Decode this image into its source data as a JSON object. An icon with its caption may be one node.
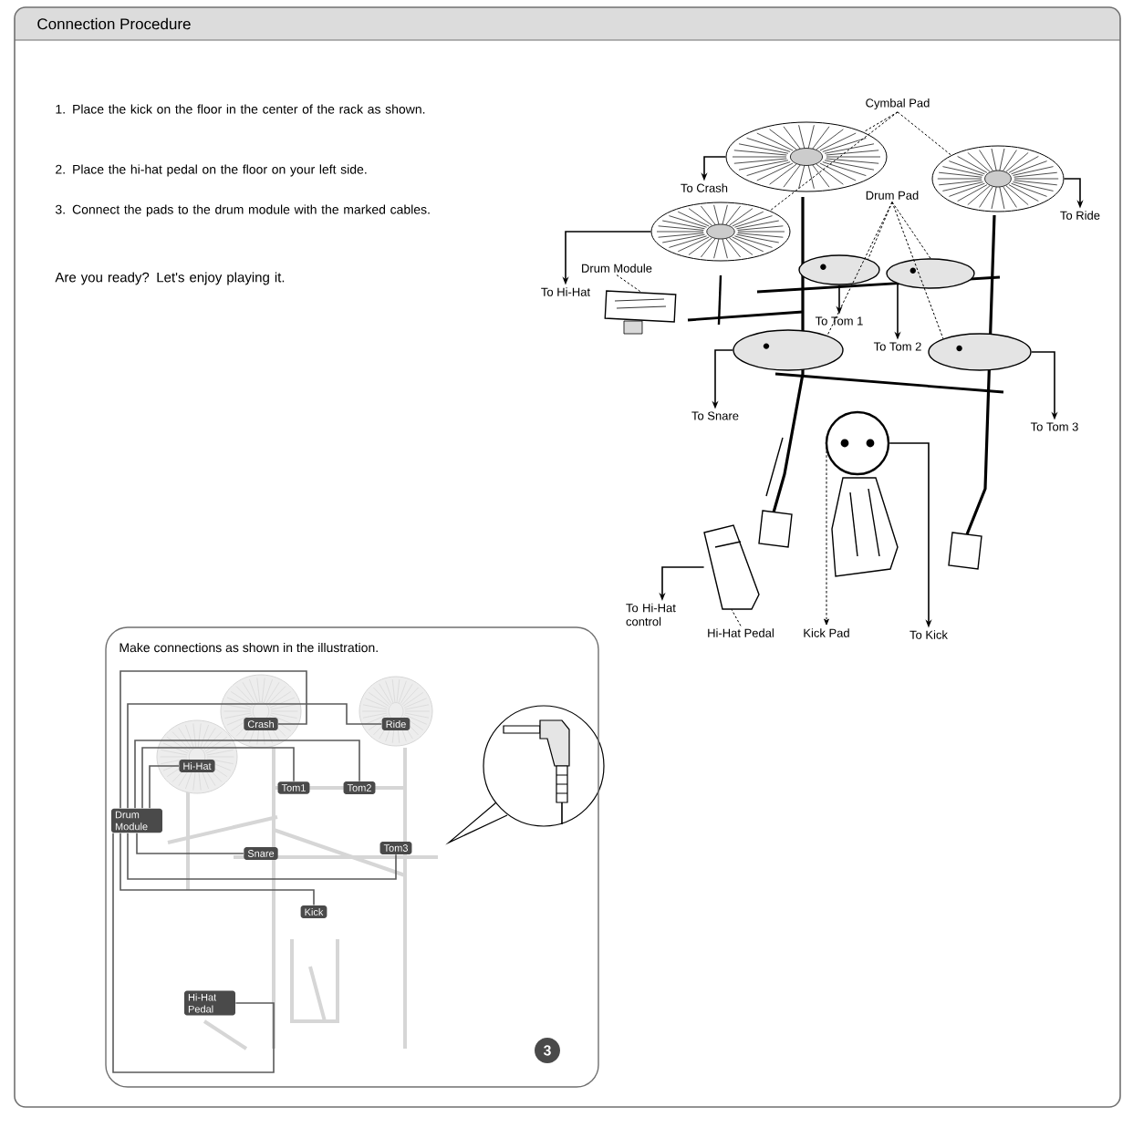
{
  "diagram": {
    "title": "Connection Procedure",
    "nodes": [
      {
        "text": [],
        "shape": "box"
      },
      {
        "text": [
          "To Crash"
        ],
        "in": 0
      },
      {
        "text": [
          "To Ride"
        ],
        "in": 0
      },
      {
        "text": [
          "To Hi-Hat"
        ],
        "in": 0
      },
      {
        "text": [
          "To Tom 1"
        ],
        "in": 0
      },
      {
        "text": [
          "To Tom 2"
        ],
        "in": 0
      },
      {
        "text": [
          "To Snare"
        ],
        "in": 0
      },
      {
        "text": [
          "To Tom 3"
        ],
        "in": 0
      },
      {
        "text": [
          "To Hi-Hat control"
        ],
        "in": 0
      },
      {
        "text": [
          "To Kick"
        ],
        "in": 0
      },
      {
        "text": [
          "Cymbal Pad"
        ],
        "in": 0
      },
      {
        "text": [
          "Drum Pad"
        ],
        "in": 0
      },
      {
        "text": [
          "Drum Module"
        ],
        "in": 0
      },
      {
        "text": [
          "Hi-Hat Pedal"
        ],
        "in": 0
      },
      {
        "text": [
          "Kick Pad"
        ],
        "in": 0
      },
      {
        "text": [
          "Make connections as shown in the illustration."
        ],
        "in": 0
      },
      {
        "text": [
          "Crash"
        ],
        "in": 15
      },
      {
        "text": [
          "Ride"
        ],
        "in": 15
      },
      {
        "text": [
          "Hi-Hat"
        ],
        "in": 15
      },
      {
        "text": [
          "Tom1"
        ],
        "in": 15
      },
      {
        "text": [
          "Tom2"
        ],
        "in": 15
      },
      {
        "text": [
          "Drum Module"
        ],
        "in": 15
      },
      {
        "text": [
          "Snare"
        ],
        "in": 15
      },
      {
        "text": [
          "Tom3"
        ],
        "in": 15
      },
      {
        "text": [
          "Kick"
        ],
        "in": 15
      },
      {
        "text": [
          "Hi-Hat Pedal"
        ],
        "in": 15
      },
      {
        "text": [],
        "shape": "picture",
        "in": 0
      },
      {
        "text": [],
        "shape": "picture",
        "in": 0
      },
      {
        "text": [],
        "shape": "picture",
        "in": 0
      },
      {
        "text": [],
        "shape": "picture",
        "in": 0
      },
      {
        "text": [],
        "shape": "picture",
        "in": 0
      },
      {
        "text": [],
        "shape": "picture",
        "in": 0
      },
      {
        "text": [],
        "shape": "picture",
        "in": 0
      },
      {
        "text": [],
        "shape": "picture",
        "in": 0
      },
      {
        "text": [],
        "shape": "picture",
        "in": 0
      },
      {
        "text": [],
        "shape": "picture",
        "in": 0
      }
    ],
    "edges": [
      {
        "from": 27,
        "to": 1,
        "arrow": "to"
      },
      {
        "from": 28,
        "to": 2,
        "arrow": "to"
      },
      {
        "from": 26,
        "to": 3,
        "arrow": "to"
      },
      {
        "from": 30,
        "to": 4,
        "arrow": "to"
      },
      {
        "from": 31,
        "to": 5,
        "arrow": "to"
      },
      {
        "from": 29,
        "to": 6,
        "arrow": "to"
      },
      {
        "from": 32,
        "to": 7,
        "arrow": "to"
      },
      {
        "from": 34,
        "to": 8,
        "arrow": "to"
      },
      {
        "from": 35,
        "to": 9,
        "arrow": "to"
      },
      {
        "from": 35,
        "to": 14,
        "arrow": "to",
        "style": "dashed"
      },
      {
        "from": 13,
        "to": 34,
        "arrow": "none",
        "style": "dashed"
      },
      {
        "from": 10,
        "to": 27,
        "arrow": "none",
        "style": "dashed"
      },
      {
        "from": 10,
        "to": 26,
        "arrow": "none",
        "style": "dashed"
      },
      {
        "from": 10,
        "to": 28,
        "arrow": "none",
        "style": "dashed"
      },
      {
        "from": 11,
        "to": 30,
        "arrow": "none",
        "style": "dashed"
      },
      {
        "from": 11,
        "to": 31,
        "arrow": "none",
        "style": "dashed"
      },
      {
        "from": 11,
        "to": 29,
        "arrow": "none",
        "style": "dashed"
      },
      {
        "from": 11,
        "to": 32,
        "arrow": "none",
        "style": "dashed"
      },
      {
        "from": 12,
        "to": 33,
        "arrow": "none",
        "style": "dashed"
      },
      {
        "from": 21,
        "to": 16,
        "arrow": "none",
        "color": "#5a5a5a"
      },
      {
        "from": 21,
        "to": 17,
        "arrow": "none",
        "color": "#5a5a5a"
      },
      {
        "from": 21,
        "to": 18,
        "arrow": "none",
        "color": "#5a5a5a"
      },
      {
        "from": 21,
        "to": 19,
        "arrow": "none",
        "color": "#5a5a5a"
      },
      {
        "from": 21,
        "to": 20,
        "arrow": "none",
        "color": "#5a5a5a"
      },
      {
        "from": 21,
        "to": 22,
        "arrow": "none",
        "color": "#5a5a5a"
      },
      {
        "from": 21,
        "to": 23,
        "arrow": "none",
        "color": "#5a5a5a"
      },
      {
        "from": 21,
        "to": 24,
        "arrow": "none",
        "color": "#5a5a5a"
      },
      {
        "from": 21,
        "to": 25,
        "arrow": "none",
        "color": "#5a5a5a"
      }
    ],
    "labels": [
      "1. Place the kick on the floor in the center of the rack as shown.",
      "2. Place the hi-hat pedal on the floor on your left side.",
      "3. Connect the pads to the drum module with the marked cables.",
      "Are you ready? Let's enjoy playing it.",
      "3"
    ]
  }
}
